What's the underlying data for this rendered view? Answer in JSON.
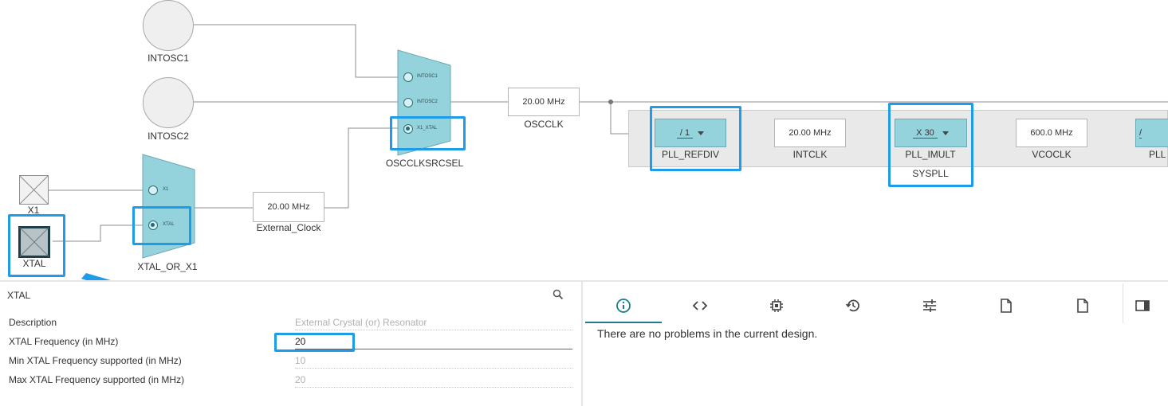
{
  "diagram": {
    "nodes": {
      "intosc1": "INTOSC1",
      "intosc2": "INTOSC2",
      "x1": "X1",
      "xtal": "XTAL",
      "xtal_or_x1": "XTAL_OR_X1",
      "external_clock_value": "20.00 MHz",
      "external_clock": "External_Clock",
      "osc_mux": "OSCCLKSRCSEL",
      "osc_mux_inputs": [
        "INTOSC1",
        "INTOSC2",
        "X1_XTAL"
      ],
      "xtal_mux_inputs": [
        "X1",
        "XTAL"
      ],
      "oscclk_value": "20.00 MHz",
      "oscclk": "OSCCLK",
      "pll_refdiv_value": "/ 1",
      "pll_refdiv": "PLL_REFDIV",
      "intclk_value": "20.00 MHz",
      "intclk": "INTCLK",
      "pll_imult_value": "X 30",
      "pll_imult": "PLL_IMULT",
      "syspll": "SYSPLL",
      "vcoclk_value": "600.0 MHz",
      "vcoclk": "VCOCLK",
      "partial_value": "/",
      "partial_label": "PLL"
    }
  },
  "properties": {
    "title": "XTAL",
    "rows": [
      {
        "label": "Description",
        "value": "External Crystal (or) Resonator"
      },
      {
        "label": "XTAL Frequency (in MHz)",
        "value": "20"
      },
      {
        "label": "Min XTAL Frequency supported (in MHz)",
        "value": "10"
      },
      {
        "label": "Max XTAL Frequency supported (in MHz)",
        "value": "20"
      }
    ]
  },
  "problems": {
    "tabs": [
      "info",
      "code",
      "chip",
      "history",
      "settings",
      "file",
      "file"
    ],
    "message": "There are no problems in the current design."
  },
  "colors": {
    "accent": "#1e9be9",
    "block": "#94d3dc",
    "tab_active": "#1a7e8c"
  }
}
